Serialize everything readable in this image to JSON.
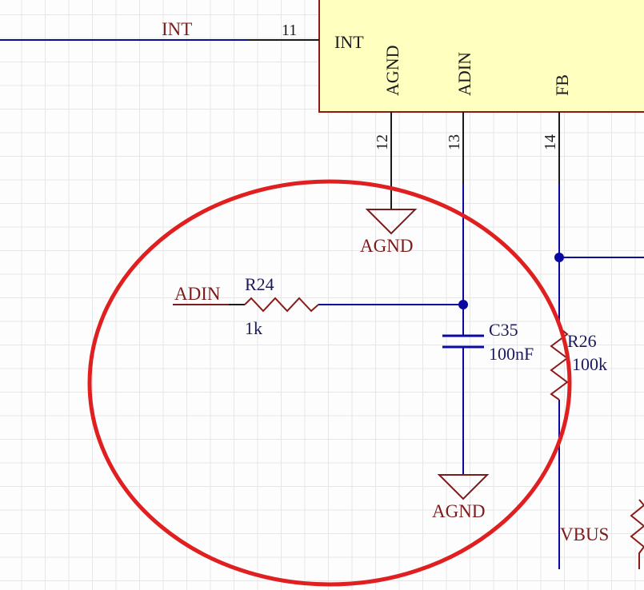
{
  "colors": {
    "wire": "#0a0aa0",
    "power_symbol": "#7b1c1c",
    "net_label": "#7b1c1c",
    "component_body": "#ffffc0",
    "component_outline": "#8b1a1a",
    "pin": "#1a1a1a",
    "text_component": "#1a1a5e",
    "highlight_circle": "#e02020",
    "grid": "#e6e6e6"
  },
  "net_labels": {
    "int": "INT",
    "adin": "ADIN",
    "vbus": "VBUS"
  },
  "ic": {
    "pins": [
      {
        "number": "11",
        "name": "INT"
      },
      {
        "number": "12",
        "name": "AGND"
      },
      {
        "number": "13",
        "name": "ADIN"
      },
      {
        "number": "14",
        "name": "FB"
      }
    ]
  },
  "power_symbols": {
    "agnd_top": "AGND",
    "agnd_bottom": "AGND"
  },
  "components": {
    "r24": {
      "designator": "R24",
      "value": "1k"
    },
    "c35": {
      "designator": "C35",
      "value": "100nF"
    },
    "r26": {
      "designator": "R26",
      "value": "100k"
    }
  }
}
